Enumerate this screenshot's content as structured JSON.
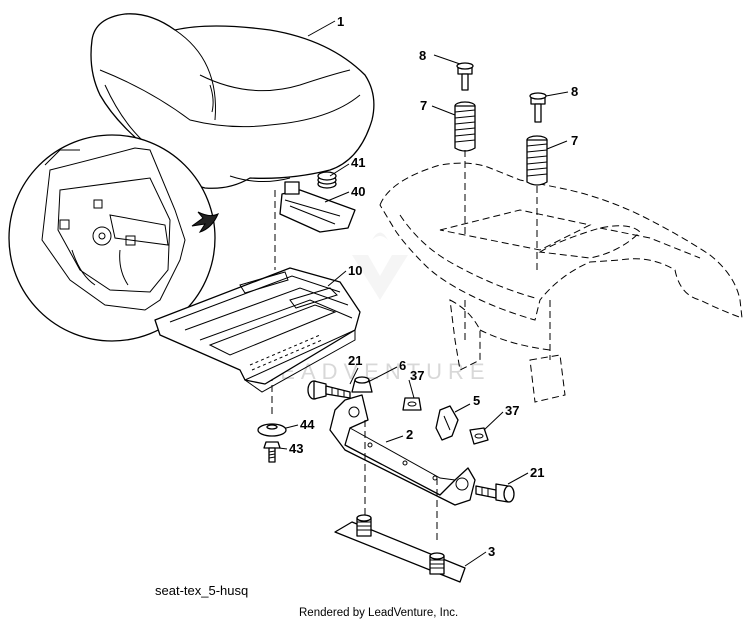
{
  "diagram": {
    "callouts": {
      "seat": "1",
      "bracket": "2",
      "plate": "3",
      "clip": "5",
      "nut_6": "6",
      "spring_left": "7",
      "spring_right": "7",
      "bolt_left": "8",
      "bolt_right": "8",
      "pan": "10",
      "bolt_21_left": "21",
      "bolt_21_right": "21",
      "nut_37_left": "37",
      "nut_37_right": "37",
      "switch": "40",
      "spring_small": "41",
      "bolt_43": "43",
      "washer_44": "44"
    },
    "caption": "seat-tex_5-husq",
    "credit": "Rendered by LeadVenture, Inc.",
    "watermark": "LEADVENTURE"
  }
}
